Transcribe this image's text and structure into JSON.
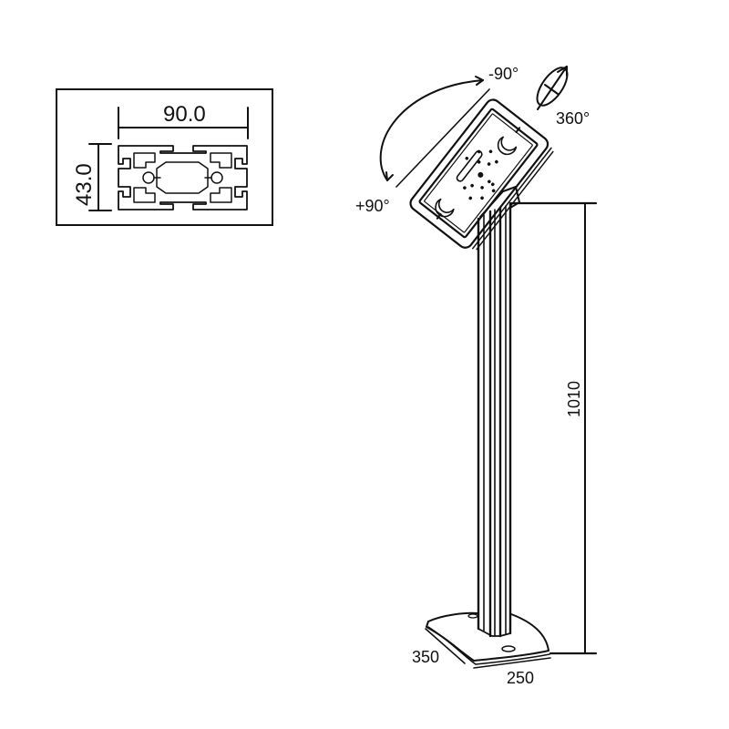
{
  "diagram": {
    "type": "technical-drawing",
    "subject": "tablet floor stand with aluminium extrusion pole",
    "line_color": "#111111",
    "background": "#ffffff"
  },
  "profile_inset": {
    "width_label": "90.0",
    "height_label": "43.0"
  },
  "rotation": {
    "tilt_minus_label": "-90°",
    "tilt_plus_label": "+90°",
    "spin_label": "360°"
  },
  "dimensions": {
    "height_label": "1010",
    "base_depth_label": "350",
    "base_width_label": "250"
  }
}
